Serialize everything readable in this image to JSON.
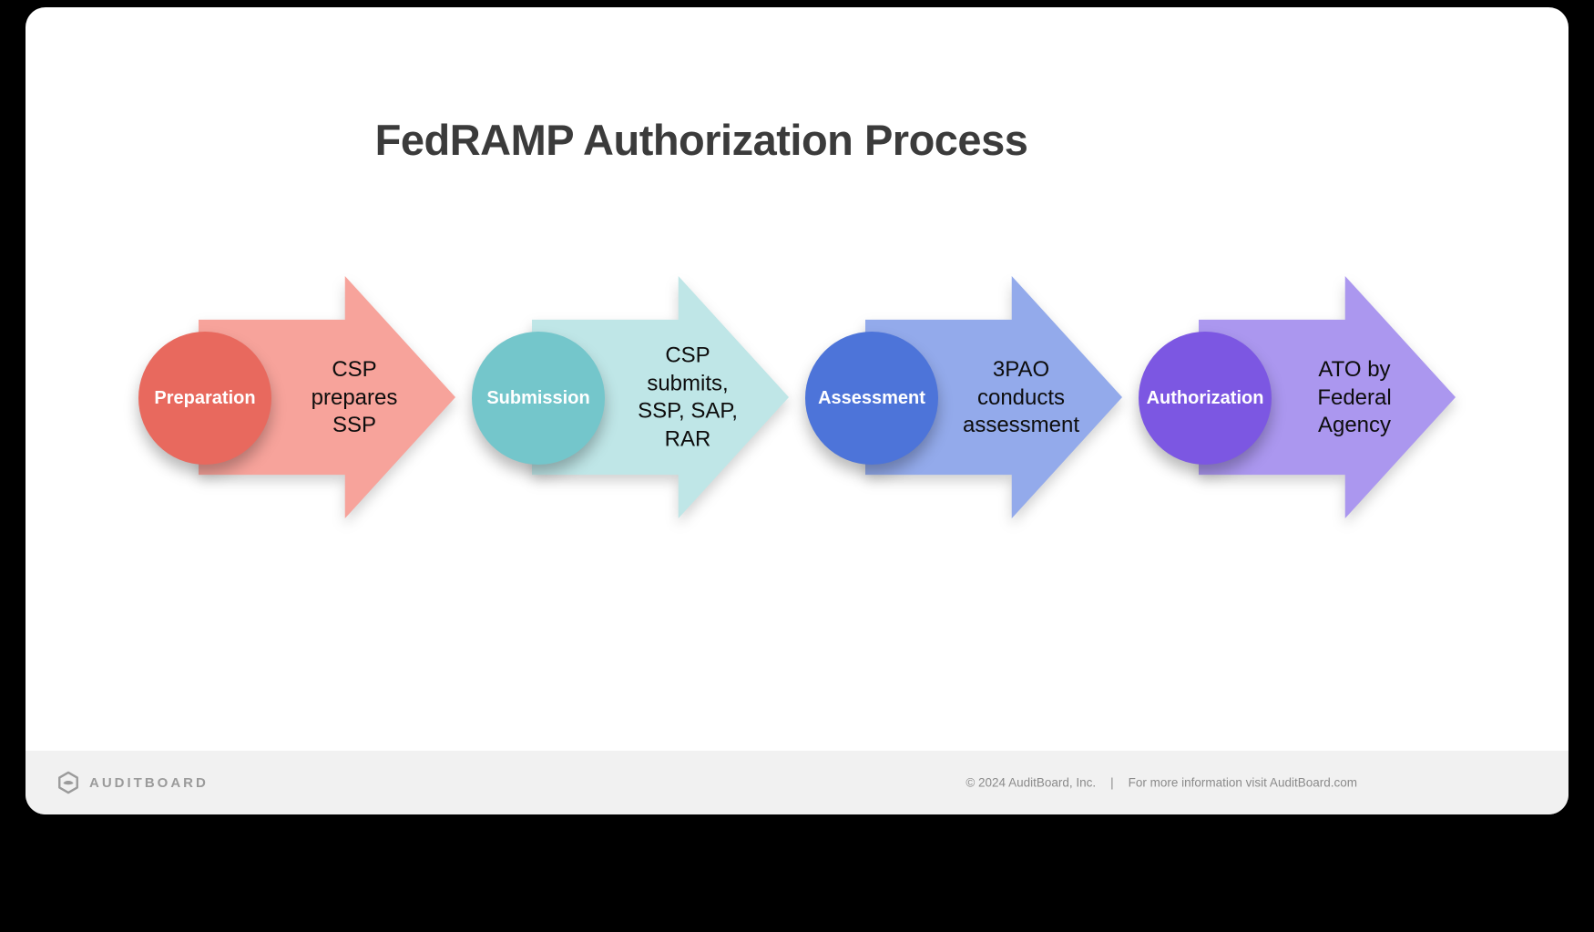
{
  "title": "FedRAMP Authorization Process",
  "steps": [
    {
      "label": "Preparation",
      "description": "CSP\nprepares\nSSP",
      "circle_color": "#E8695E",
      "arrow_color": "#F7A39B"
    },
    {
      "label": "Submission",
      "description": "CSP\nsubmits,\nSSP, SAP,\nRAR",
      "circle_color": "#74C6CB",
      "arrow_color": "#BFE6E7"
    },
    {
      "label": "Assessment",
      "description": "3PAO\nconducts\nassessment",
      "circle_color": "#4D74D9",
      "arrow_color": "#93AAEB"
    },
    {
      "label": "Authorization",
      "description": "ATO by\nFederal\nAgency",
      "circle_color": "#7C57E2",
      "arrow_color": "#AB97EF"
    }
  ],
  "footer": {
    "brand": "AUDITBOARD",
    "copyright": "© 2024  AuditBoard, Inc.",
    "separator": "|",
    "info": "For more information visit AuditBoard.com"
  }
}
